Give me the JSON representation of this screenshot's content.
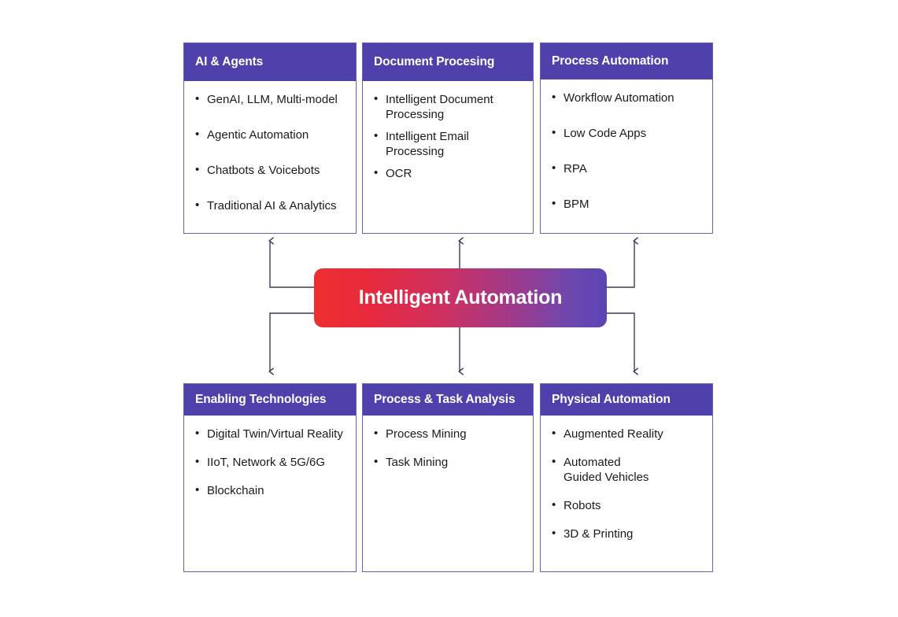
{
  "diagram": {
    "title": "Intelligent Automation",
    "center_node": {
      "label": "Intelligent Automation",
      "gradient_from": "#ef3030",
      "gradient_to": "#5b44b5"
    },
    "theme": {
      "header_bg": "#4f41ab",
      "header_text": "#ffffff",
      "card_border": "#6a5fb5",
      "body_text": "#1a1a1a",
      "connector": "#3b3a5c",
      "page_bg": "#ffffff"
    },
    "top_cards": [
      {
        "title": "AI & Agents",
        "items": [
          "GenAI, LLM, Multi-model",
          "Agentic Automation",
          "Chatbots & Voicebots",
          "Traditional AI & Analytics"
        ]
      },
      {
        "title": "Document Procesing",
        "items": [
          "Intelligent Document Processing",
          "Intelligent Email Processing",
          "OCR"
        ]
      },
      {
        "title": "Process Automation",
        "items": [
          "Workflow Automation",
          "Low Code Apps",
          "RPA",
          "BPM"
        ]
      }
    ],
    "bottom_cards": [
      {
        "title": "Enabling Technologies",
        "items": [
          "Digital Twin/Virtual Reality",
          "IIoT, Network & 5G/6G",
          "Blockchain"
        ]
      },
      {
        "title": "Process & Task Analysis",
        "items": [
          "Process Mining",
          "Task Mining"
        ]
      },
      {
        "title": "Physical Automation",
        "items": [
          "Augmented Reality",
          "Automated Guided Vehicles",
          "Robots",
          "3D & Printing"
        ]
      }
    ],
    "connector_arrows": [
      "top-left-up",
      "top-center-up",
      "top-right-up",
      "bottom-left-down",
      "bottom-center-down",
      "bottom-right-down"
    ]
  }
}
